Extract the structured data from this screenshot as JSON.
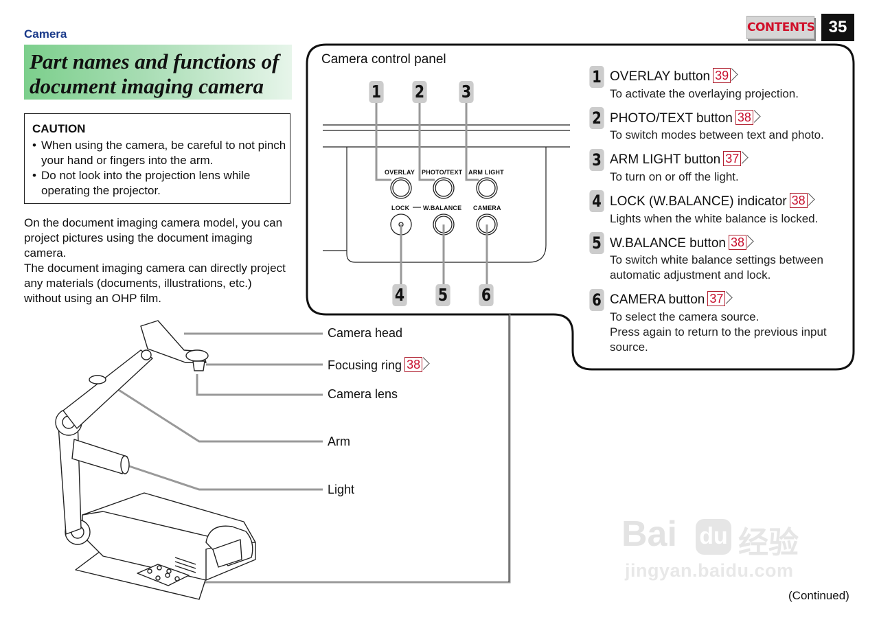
{
  "header": {
    "section": "Camera",
    "contents_label": "CONTENTS",
    "page_number": "35"
  },
  "title": "Part names and functions of document imaging camera",
  "caution": {
    "title": "CAUTION",
    "items": [
      "When using the camera, be careful to not pinch your hand or fingers into the arm.",
      "Do not look into the projection lens while operating the projector."
    ]
  },
  "intro": {
    "p1": "On the document imaging camera model, you can project pictures using the document imaging camera.",
    "p2": "The document imaging camera can directly project any materials (documents, illustrations, etc.) without using an OHP film."
  },
  "panel": {
    "label": "Camera control panel",
    "button_labels": [
      "OVERLAY",
      "PHOTO/TEXT",
      "ARM LIGHT",
      "LOCK",
      "W.BALANCE",
      "CAMERA"
    ],
    "callout_numbers": [
      "1",
      "2",
      "3",
      "4",
      "5",
      "6"
    ]
  },
  "buttons": [
    {
      "num": "1",
      "title": "OVERLAY button",
      "ref": "39",
      "desc": "To activate the overlaying projection."
    },
    {
      "num": "2",
      "title": "PHOTO/TEXT button",
      "ref": "38",
      "desc": "To switch modes between text and photo."
    },
    {
      "num": "3",
      "title": "ARM LIGHT button",
      "ref": "37",
      "desc": "To turn on or off the light."
    },
    {
      "num": "4",
      "title": "LOCK (W.BALANCE) indicator",
      "ref": "38",
      "desc": "Lights when the white balance is locked."
    },
    {
      "num": "5",
      "title": "W.BALANCE button",
      "ref": "38",
      "desc": "To switch white balance settings between automatic adjustment and lock."
    },
    {
      "num": "6",
      "title": "CAMERA button",
      "ref": "37",
      "desc": "To select the camera source.",
      "desc2": "Press again to return to the previous input source."
    }
  ],
  "parts": {
    "camera_head": "Camera head",
    "focusing_ring": "Focusing ring",
    "focusing_ref": "38",
    "camera_lens": "Camera lens",
    "arm": "Arm",
    "light": "Light"
  },
  "footer": {
    "continued": "(Continued)"
  },
  "watermark": {
    "brand": "Bai",
    "brand2": "du",
    "cn": "经验",
    "url": "jingyan.baidu.com"
  }
}
